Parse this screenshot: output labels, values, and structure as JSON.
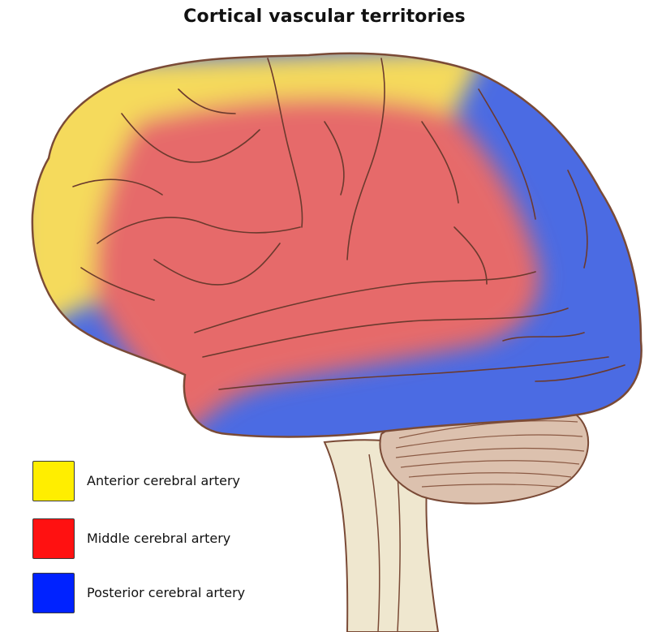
{
  "title": "Cortical vascular territories",
  "colors": {
    "anterior": "#F5DA5C",
    "middle": "#E66B6B",
    "posterior": "#4B6BE3",
    "brain_outline": "#7A4A36",
    "brainstem": "#EFE7CF",
    "cerebellum": "#DCC1AE"
  },
  "legend": [
    {
      "label": "Anterior cerebral artery",
      "color": "#FFEE00"
    },
    {
      "label": "Middle cerebral artery",
      "color": "#FF1111"
    },
    {
      "label": "Posterior cerebral artery",
      "color": "#0022FF"
    }
  ]
}
